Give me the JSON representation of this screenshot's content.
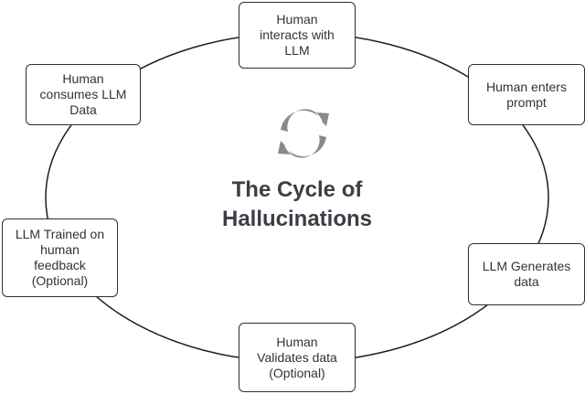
{
  "title": {
    "line1": "The Cycle of",
    "line2": "Hallucinations"
  },
  "nodes": {
    "top": "Human\ninteracts with\nLLM",
    "right1": "Human enters\nprompt",
    "right2": "LLM Generates\ndata",
    "bottom": "Human\nValidates data\n(Optional)",
    "left2": "LLM Trained on\nhuman\nfeedback\n(Optional)",
    "left1": "Human\nconsumes LLM\nData"
  },
  "icons": {
    "center": "refresh-cycle-icon"
  },
  "colors": {
    "border": "#2f2f2f",
    "text": "#333333",
    "title": "#3b3e45",
    "icon": "#8a8a8a"
  }
}
